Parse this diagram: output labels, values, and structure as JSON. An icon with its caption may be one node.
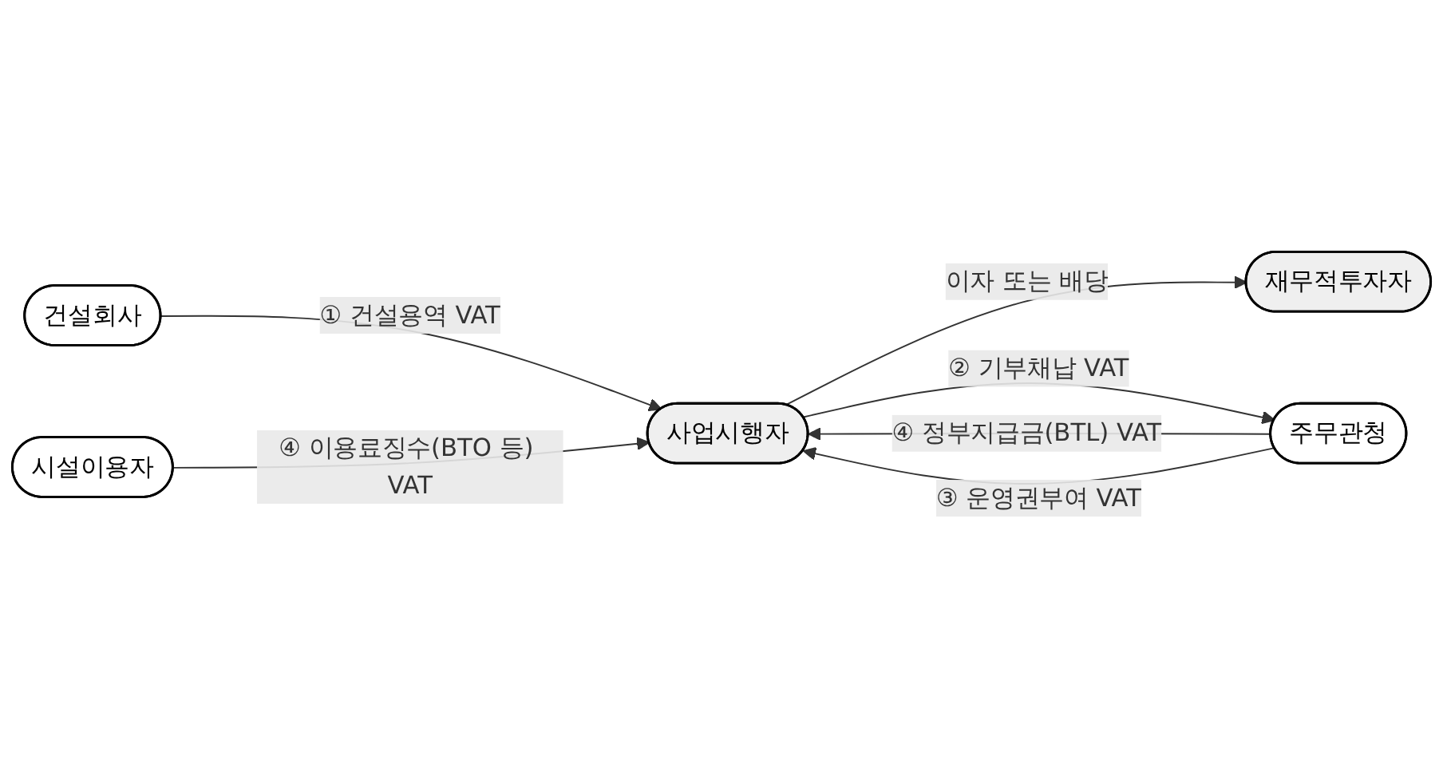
{
  "diagram": {
    "nodes": [
      {
        "text": [
          "재무적투자자"
        ]
      },
      {
        "text": [
          "건설회사"
        ]
      },
      {
        "text": [
          "사업시행자"
        ]
      },
      {
        "text": [
          "주무관청"
        ]
      },
      {
        "text": [
          "시설이용자"
        ]
      }
    ],
    "edges": [
      {
        "from": 2,
        "to": 0,
        "arrow": "to",
        "label": "이자 또는 배당"
      },
      {
        "from": 1,
        "to": 2,
        "arrow": "to",
        "label": "① 건설용역 VAT"
      },
      {
        "from": 2,
        "to": 3,
        "arrow": "to",
        "label": "② 기부채납 VAT"
      },
      {
        "from": 3,
        "to": 2,
        "arrow": "to",
        "label": "④ 정부지급금(BTL) VAT"
      },
      {
        "from": 3,
        "to": 2,
        "arrow": "to",
        "label": "③ 운영권부여 VAT"
      },
      {
        "from": 4,
        "to": 2,
        "arrow": "to",
        "label": "④ 이용료징수(BTO 등) VAT"
      }
    ]
  }
}
